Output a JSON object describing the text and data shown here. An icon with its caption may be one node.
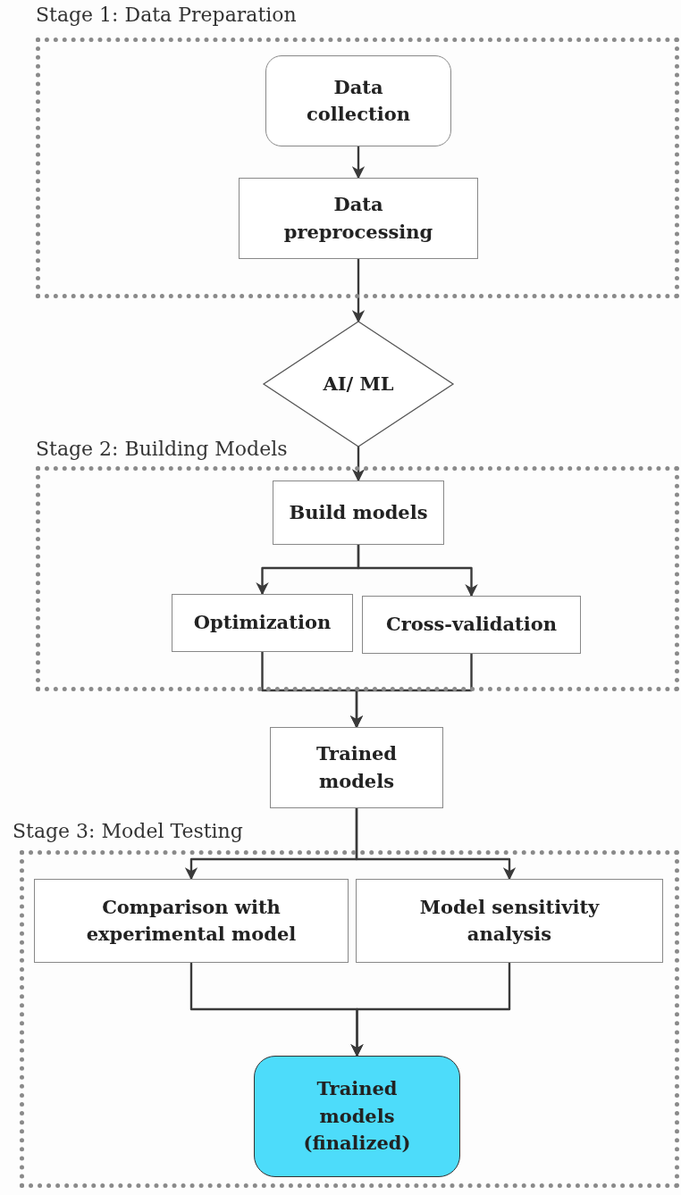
{
  "diagram": {
    "nodes": [
      {
        "text": [
          "Stage 1: Data Preparation"
        ]
      },
      {
        "text": [
          "Data collection"
        ],
        "in": 0
      },
      {
        "text": [
          "Data preprocessing"
        ],
        "in": 0
      },
      {
        "text": [
          "AI/ ML"
        ]
      },
      {
        "text": [
          "Stage 2: Building Models"
        ]
      },
      {
        "text": [
          "Build models"
        ],
        "in": 4
      },
      {
        "text": [
          "Optimization"
        ],
        "in": 4
      },
      {
        "text": [
          "Cross-validation"
        ],
        "in": 4
      },
      {
        "text": [
          "Trained models"
        ]
      },
      {
        "text": [
          "Stage 3: Model Testing"
        ]
      },
      {
        "text": [
          "Comparison with experimental model"
        ],
        "in": 9
      },
      {
        "text": [
          "Model sensitivity analysis"
        ],
        "in": 9
      },
      {
        "text": [
          "Trained models (finalized)"
        ],
        "in": 9
      }
    ],
    "edges": [
      {
        "from": 1,
        "to": 2,
        "arrow": "to"
      },
      {
        "from": 2,
        "to": 3,
        "arrow": "to"
      },
      {
        "from": 3,
        "to": 5,
        "arrow": "to"
      },
      {
        "from": 5,
        "to": 6,
        "arrow": "to"
      },
      {
        "from": 5,
        "to": 7,
        "arrow": "to"
      },
      {
        "from": 6,
        "to": 8,
        "arrow": "to"
      },
      {
        "from": 7,
        "to": 8,
        "arrow": "to"
      },
      {
        "from": 8,
        "to": 10,
        "arrow": "to"
      },
      {
        "from": 8,
        "to": 11,
        "arrow": "to"
      },
      {
        "from": 10,
        "to": 12,
        "arrow": "to"
      },
      {
        "from": 11,
        "to": 12,
        "arrow": "to"
      }
    ]
  }
}
